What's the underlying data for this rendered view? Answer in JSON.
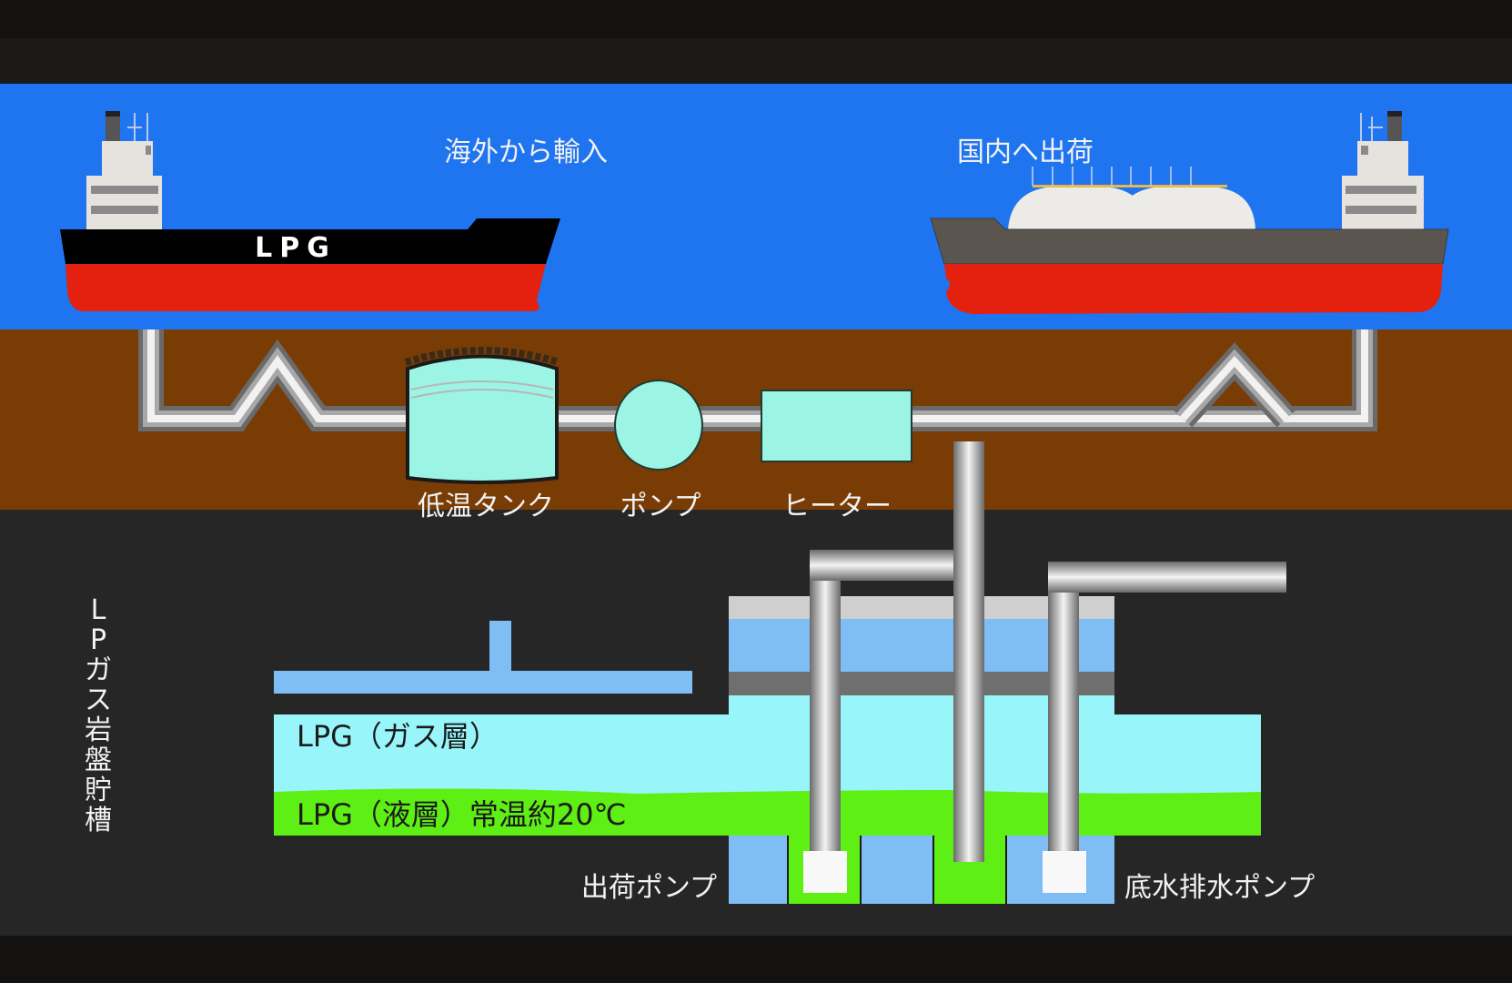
{
  "diagram": {
    "title": "LPガス岩盤貯槽",
    "labels": {
      "import": "海外から輸入",
      "export": "国内へ出荷",
      "ship_hull_text": "LPG",
      "low_temp_tank": "低温タンク",
      "pump": "ポンプ",
      "heater": "ヒーター",
      "gas_layer": "LPG（ガス層）",
      "liquid_layer": "LPG（液層）常温約20℃",
      "shipping_pump": "出荷ポンプ",
      "drain_pump": "底水排水ポンプ"
    },
    "vertical_title_chars": [
      "L",
      "P",
      "ガ",
      "ス",
      "岩",
      "盤",
      "貯",
      "槽"
    ],
    "colors": {
      "sea": "#1f74f0",
      "soil": "#7a3c05",
      "rock": "#262626",
      "equipment": "#9cf5e4",
      "gas_layer": "#98f6fb",
      "liquid_layer": "#5ef014",
      "water": "#7fbef5",
      "hull_red": "#e3210e",
      "pipe": "#b5b5b5"
    }
  }
}
